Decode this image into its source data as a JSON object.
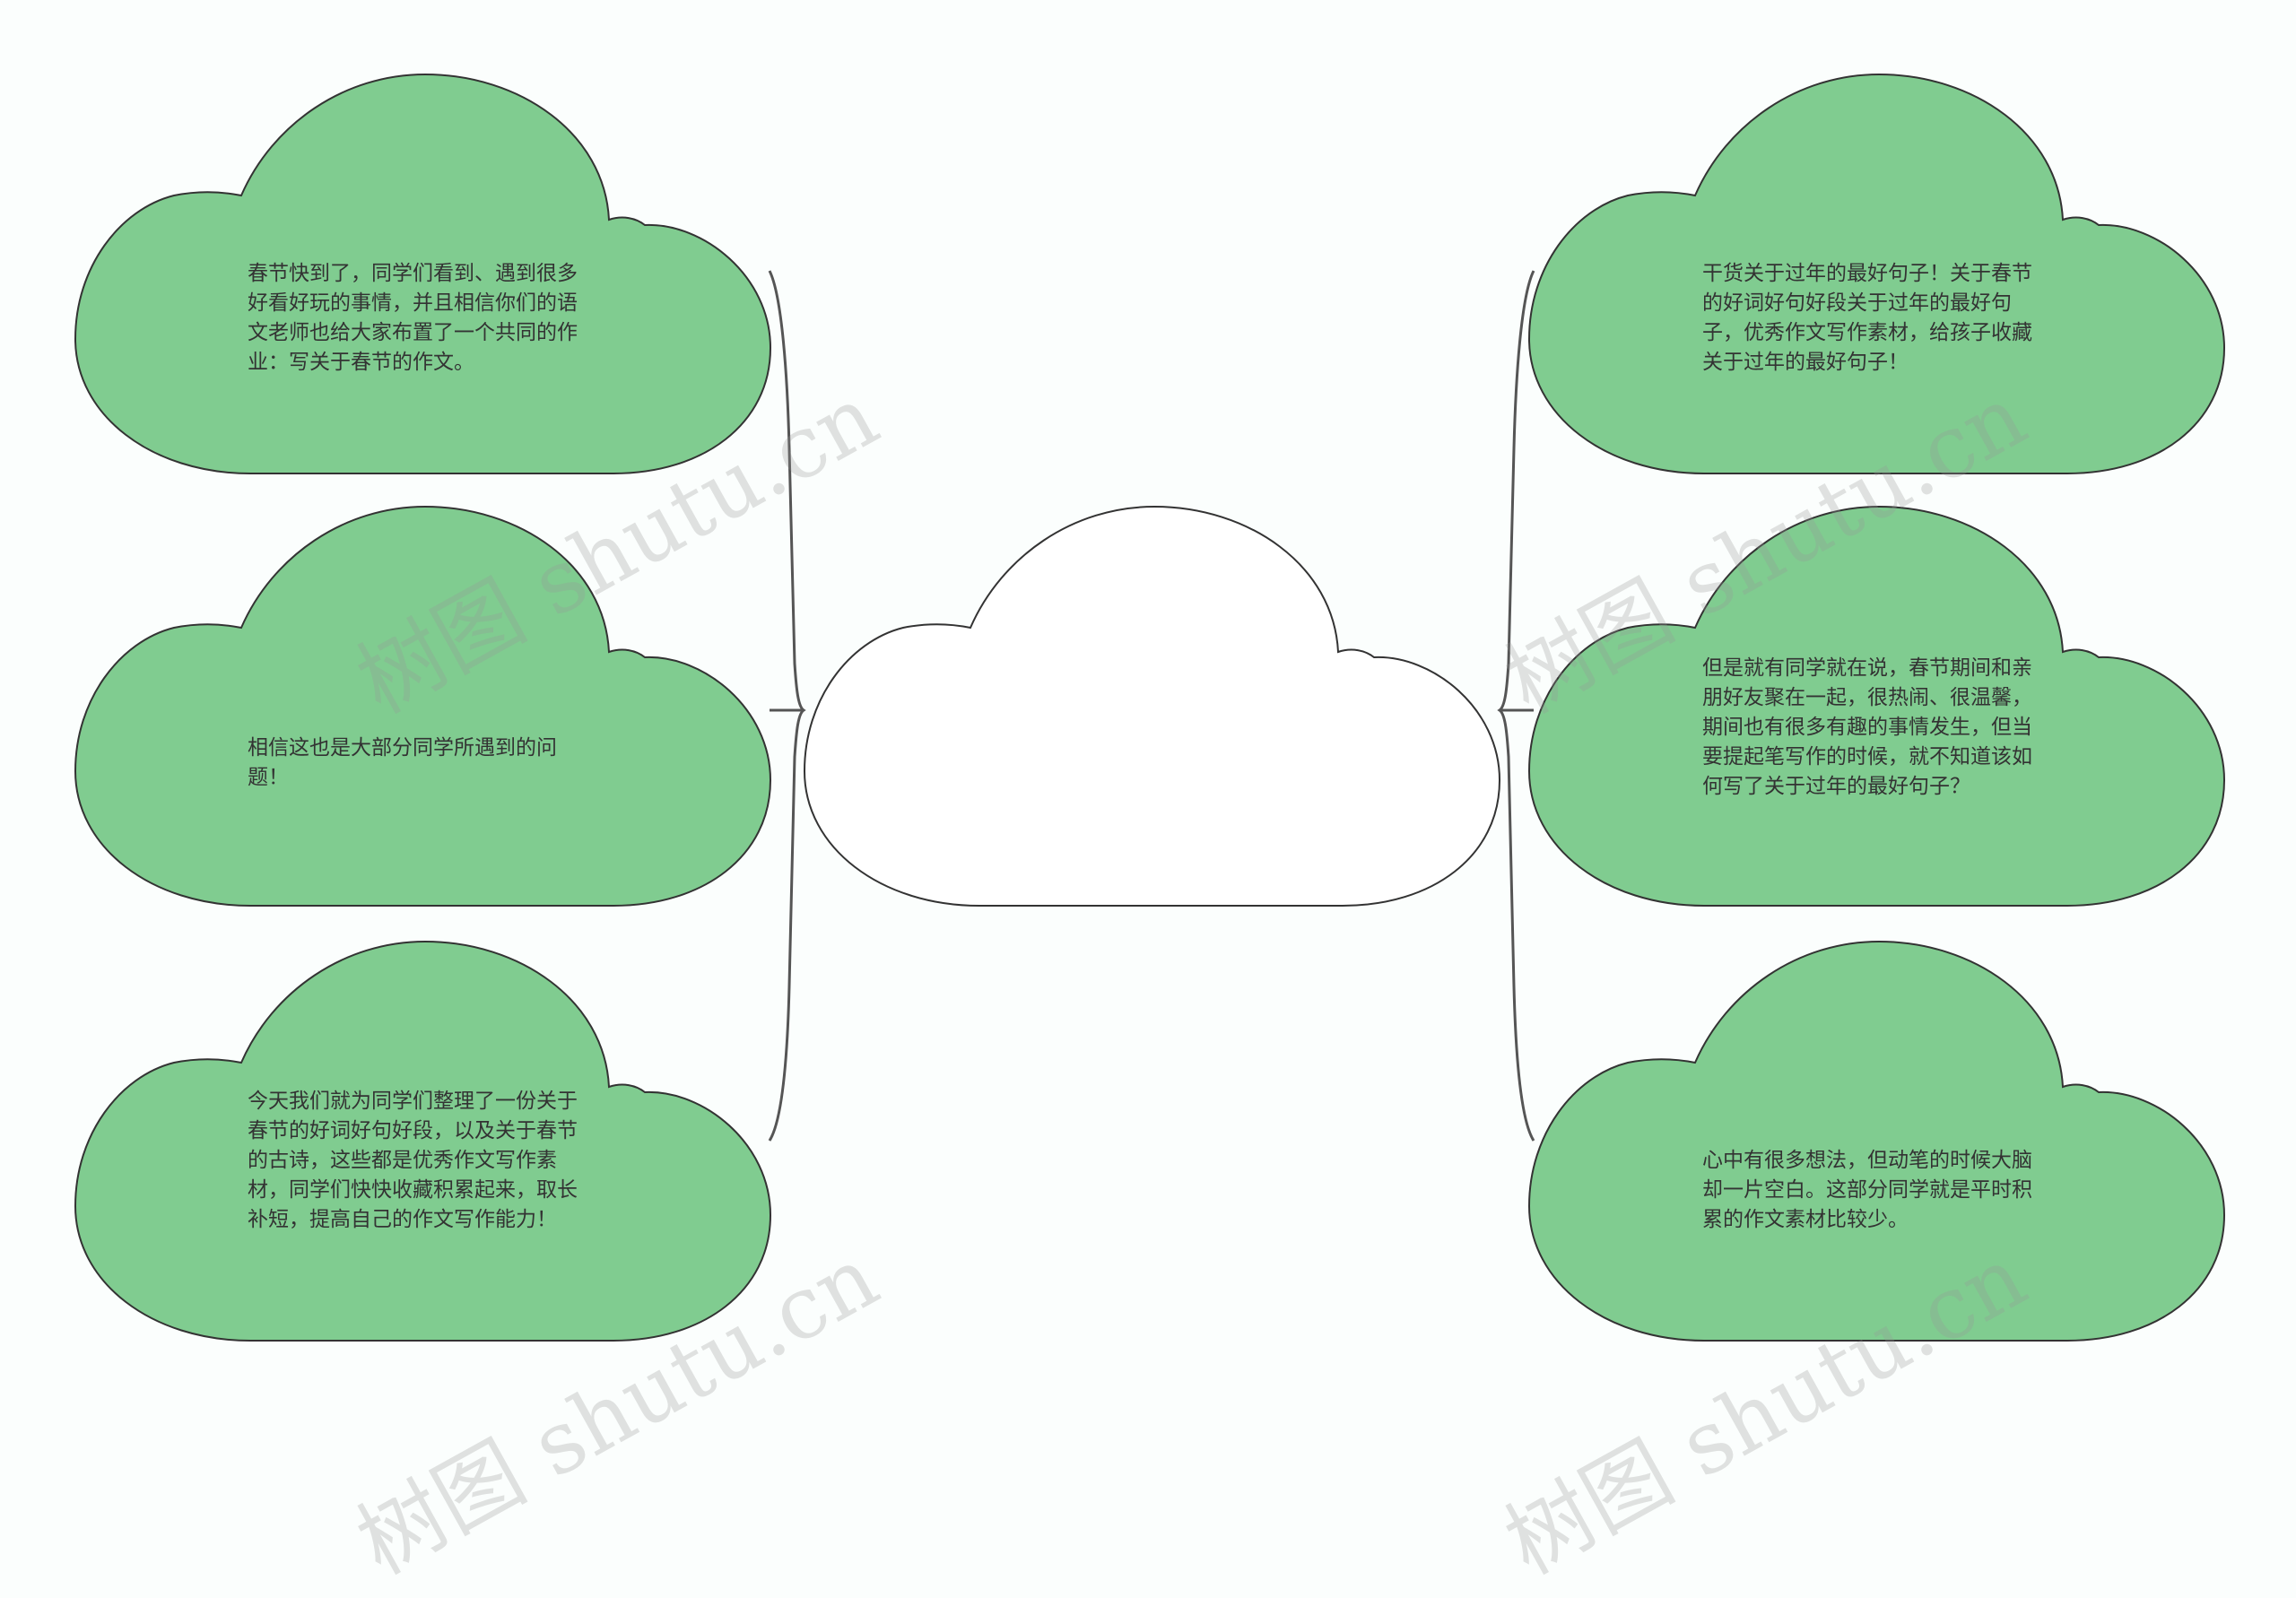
{
  "colors": {
    "background": "#fbfefd",
    "node_fill": "#80cc90",
    "node_stroke": "#333333",
    "center_fill": "#ffffff",
    "connector": "#555555",
    "text": "#333333"
  },
  "central": {
    "text": ""
  },
  "left_nodes": [
    {
      "text": "春节快到了，同学们看到、遇到很多好看好玩的事情，并且相信你们的语文老师也给大家布置了一个共同的作业：写关于春节的作文。"
    },
    {
      "text": "相信这也是大部分同学所遇到的问题！"
    },
    {
      "text": "今天我们就为同学们整理了一份关于春节的好词好句好段，以及关于春节的古诗，这些都是优秀作文写作素材，同学们快快收藏积累起来，取长补短，提高自己的作文写作能力！"
    }
  ],
  "right_nodes": [
    {
      "text": "干货关于过年的最好句子！关于春节的好词好句好段关于过年的最好句子，优秀作文写作素材，给孩子收藏关于过年的最好句子！"
    },
    {
      "text": "但是就有同学就在说，春节期间和亲朋好友聚在一起，很热闹、很温馨，期间也有很多有趣的事情发生，但当要提起笔写作的时候，就不知道该如何写了关于过年的最好句子？"
    },
    {
      "text": "心中有很多想法，但动笔的时候大脑却一片空白。这部分同学就是平时积累的作文素材比较少。"
    }
  ],
  "watermark": {
    "text": "树图 shutu.cn"
  }
}
